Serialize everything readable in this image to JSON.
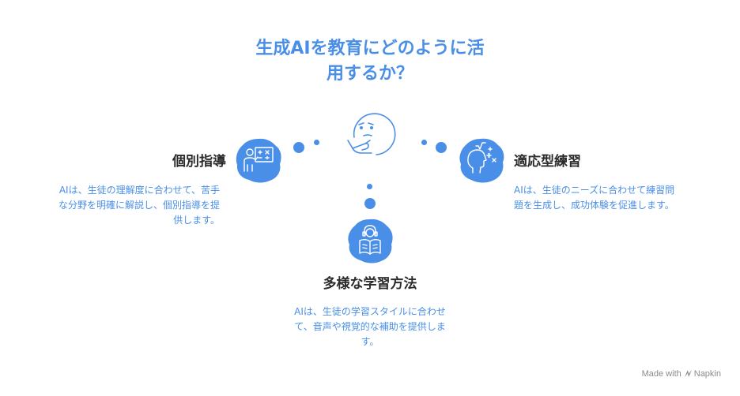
{
  "title": {
    "line1": "生成AIを教育にどのように活",
    "line2": "用するか？"
  },
  "left": {
    "heading": "個別指導",
    "desc": [
      "AIは、生徒の理解度に合わせて、苦手",
      "な分野を明確に解説し、個別指導を提",
      "供します。"
    ],
    "icon": "teacher-blackboard-icon"
  },
  "right": {
    "heading": "適応型練習",
    "desc": [
      "AIは、生徒のニーズに合わせて練習問",
      "題を生成し、成功体験を促進します。"
    ],
    "icon": "head-math-symbols-icon"
  },
  "bottom": {
    "heading": "多様な学習方法",
    "desc": [
      "AIは、生徒の学習スタイルに合わせ",
      "て、音声や視覚的な補助を提供しま",
      "す。"
    ],
    "icon": "reading-headphones-icon"
  },
  "center_icon": "thinking-face-icon",
  "watermark": {
    "prefix": "Made with",
    "brand": "Napkin"
  },
  "colors": {
    "accent": "#4a8fe7",
    "heading": "#2b2b2b",
    "watermark": "#8a8a8a"
  }
}
